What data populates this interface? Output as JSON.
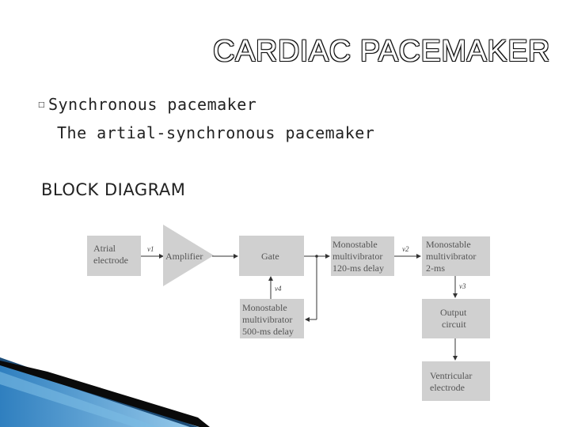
{
  "slide": {
    "title": "CARDIAC PACEMAKER",
    "bullet_marker": "☐",
    "bullet": "Synchronous pacemaker",
    "subline": "The artial-synchronous pacemaker",
    "heading": "BLOCK DIAGRAM"
  },
  "diagram": {
    "atrial_electrode": [
      "Atrial",
      "electrode"
    ],
    "amplifier": "Amplifier",
    "gate": "Gate",
    "mono_120": [
      "Monostable",
      "multivibrator",
      "120-ms delay"
    ],
    "mono_2": [
      "Monostable",
      "multivibrator",
      "2-ms"
    ],
    "mono_500": [
      "Monostable",
      "multivibrator",
      "500-ms delay"
    ],
    "output_circuit": [
      "Output",
      "circuit"
    ],
    "ventricular_electrode": [
      "Ventricular",
      "electrode"
    ],
    "signals": {
      "v1": "v1",
      "v2": "v2",
      "v3": "v3",
      "v4": "v4"
    }
  },
  "colors": {
    "block_fill": "#d0d0d0",
    "stripe_blue": "#3a8fc8"
  }
}
